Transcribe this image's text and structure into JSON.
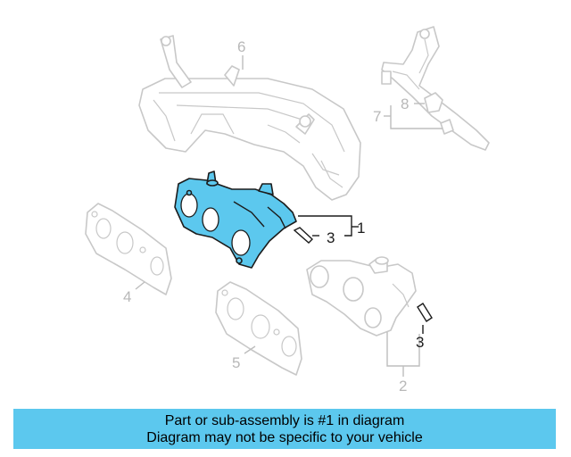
{
  "callouts": {
    "c1": "1",
    "c2": "2",
    "c3a": "3",
    "c3b": "3",
    "c4": "4",
    "c5": "5",
    "c6": "6",
    "c7": "7",
    "c8": "8"
  },
  "banner": {
    "line1": "Part or sub-assembly is #1 in diagram",
    "line2": "Diagram may not be specific to your vehicle"
  },
  "colors": {
    "highlight": "#5cc8ee",
    "ghost_parts": "#c8c8c8",
    "outline": "#1c1c1c"
  }
}
